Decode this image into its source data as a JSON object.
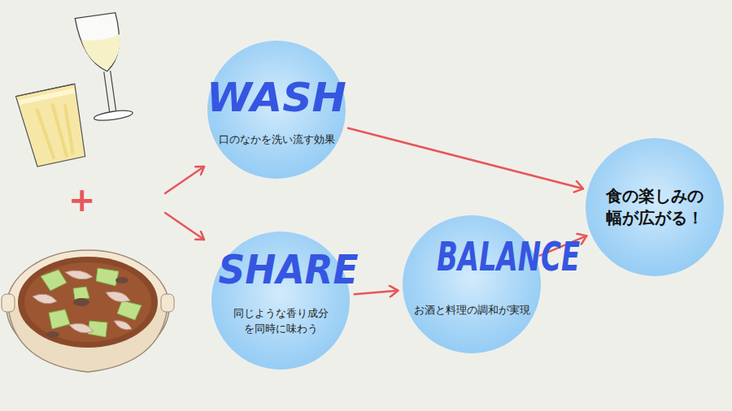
{
  "diagram": {
    "nodes": [
      {
        "text": [
          "WASH",
          "口のなかを洗い流す効果"
        ]
      },
      {
        "text": [
          "SHARE",
          "同じような香り成分 を同時に味わう"
        ]
      },
      {
        "text": [
          "BALANCE",
          "お酒と料理の調和が実現"
        ]
      },
      {
        "text": [
          "食の楽しみの 幅が広がる！"
        ]
      }
    ],
    "edges": [
      {
        "from": 0,
        "to": 3,
        "arrow": "to"
      },
      {
        "from": 1,
        "to": 2,
        "arrow": "to"
      },
      {
        "from": 2,
        "to": 3,
        "arrow": "to"
      }
    ],
    "labels": [
      "+"
    ]
  }
}
